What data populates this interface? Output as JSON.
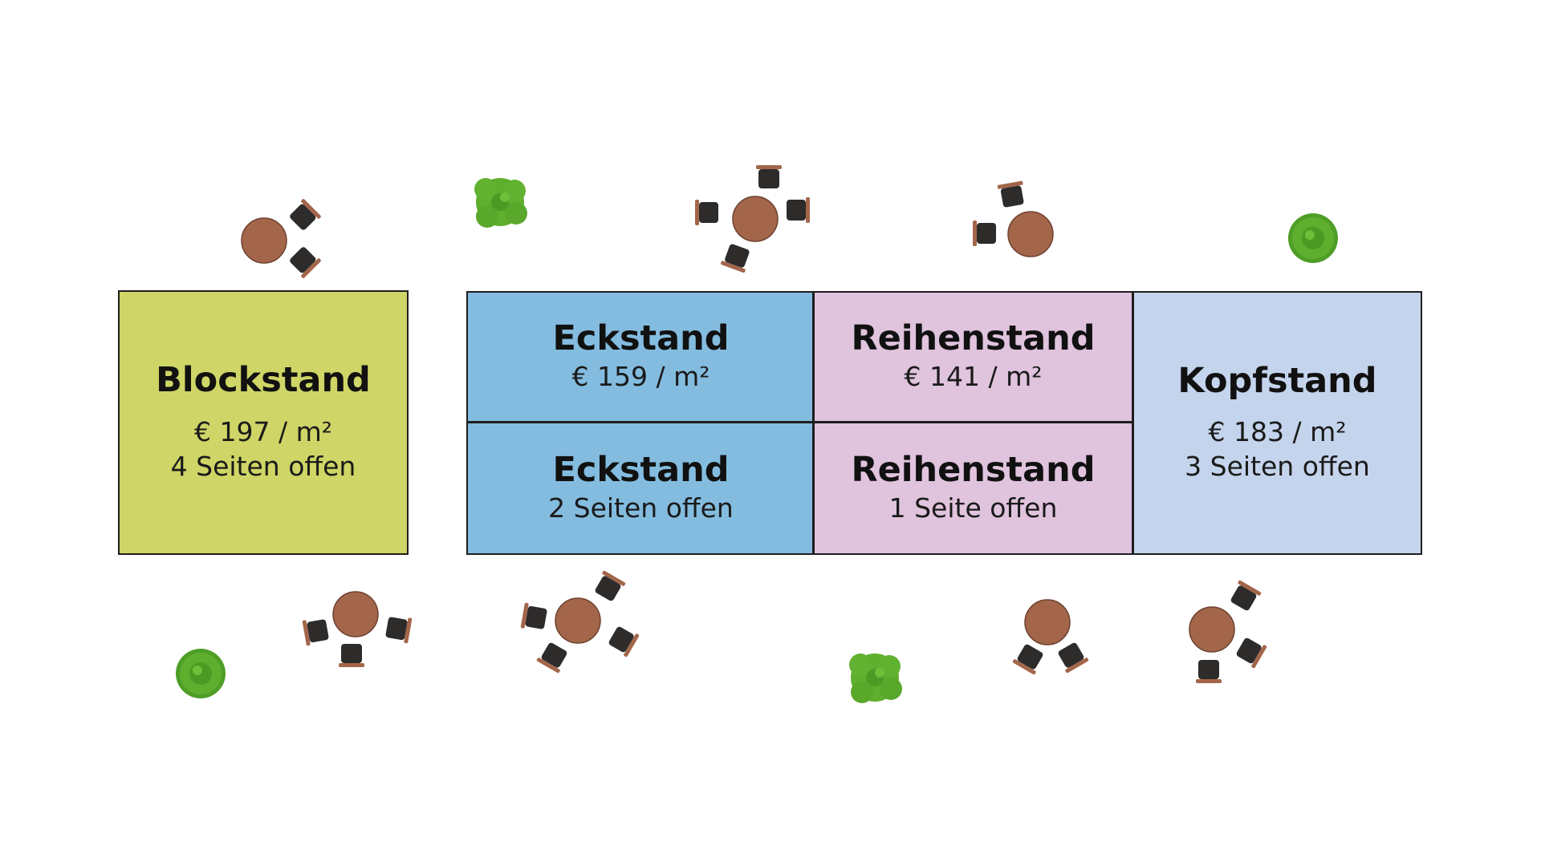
{
  "colors": {
    "block": "#cfd566",
    "corner": "#83bcdf",
    "row": "#e0c3dd",
    "head": "#c4d4ec",
    "table": "#a3664a",
    "chair": "#2e2b2b",
    "chair_edge": "#a3664a",
    "plant": "#5fae2e",
    "plant_dark": "#3f8a1f"
  },
  "booths": {
    "block": {
      "name": "Blockstand",
      "price": "€ 197 / m²",
      "sides": "4 Seiten offen"
    },
    "corner_top": {
      "name": "Eckstand",
      "price": "€ 159 / m²"
    },
    "corner_bottom": {
      "name": "Eckstand",
      "sides": "2 Seiten offen"
    },
    "row_top": {
      "name": "Reihenstand",
      "price": "€ 141 / m²"
    },
    "row_bottom": {
      "name": "Reihenstand",
      "sides": "1 Seite offen"
    },
    "head": {
      "name": "Kopfstand",
      "price": "€ 183 / m²",
      "sides": "3 Seiten offen"
    }
  },
  "icons": {
    "table": "table-with-chairs-icon",
    "plant": "plant-icon"
  }
}
